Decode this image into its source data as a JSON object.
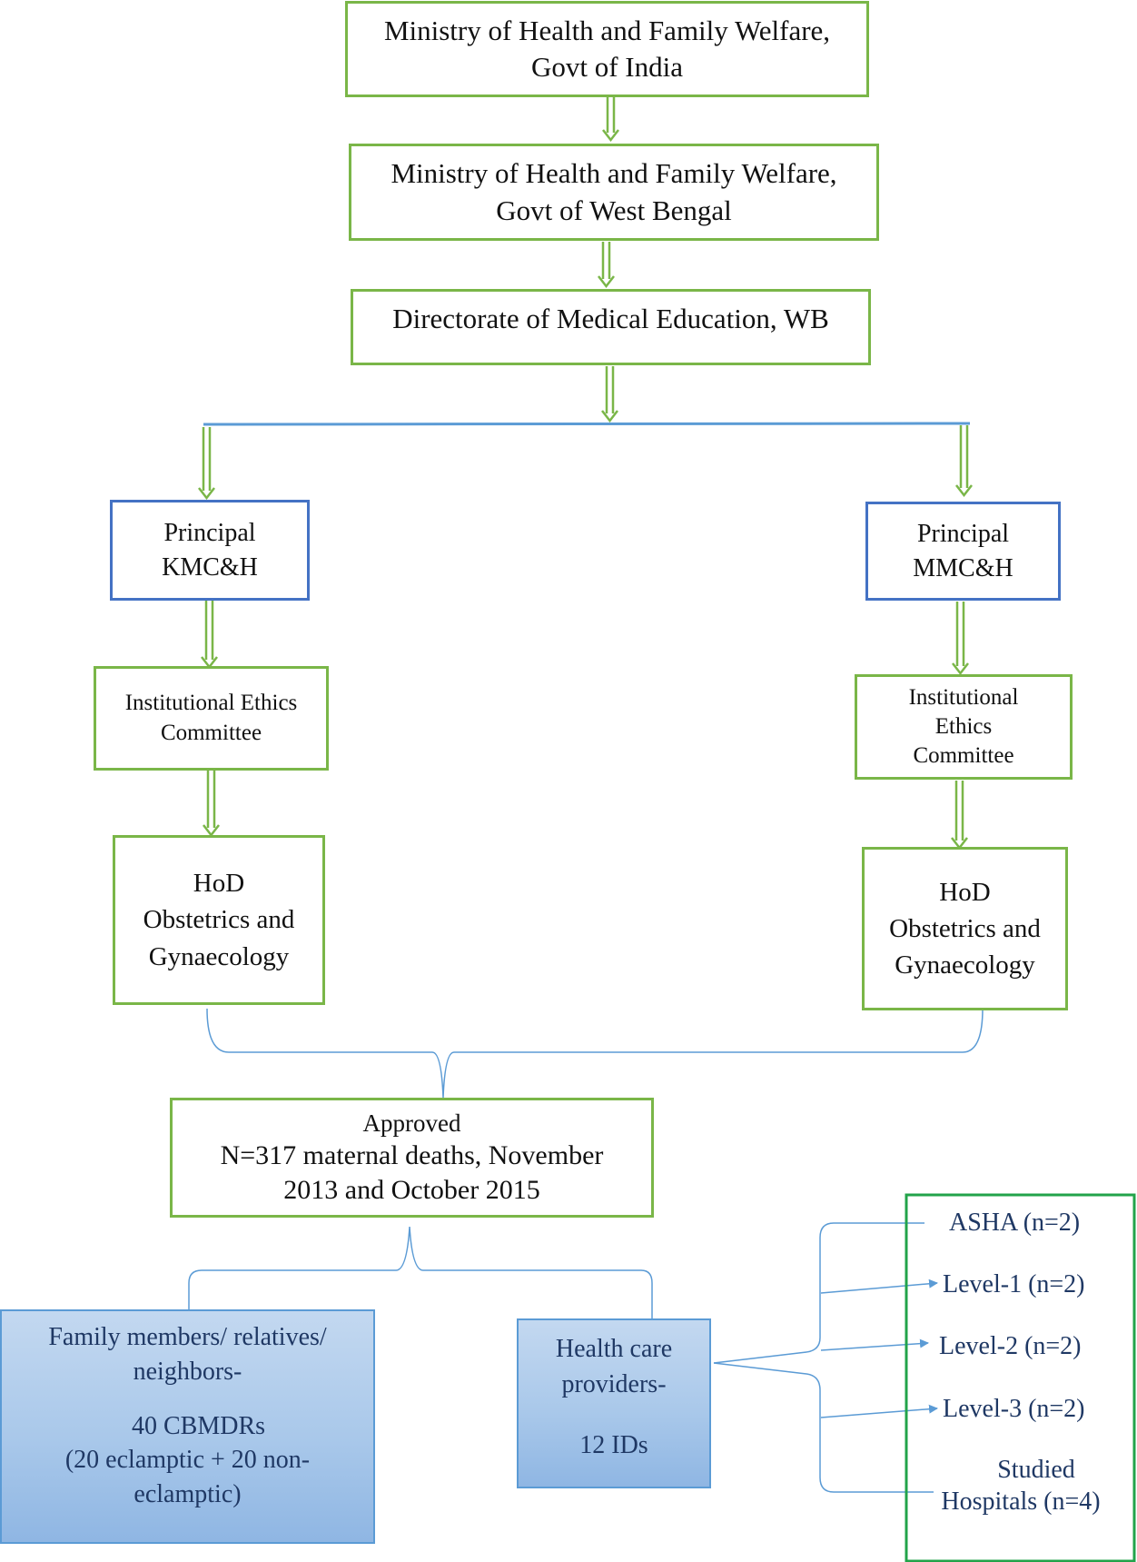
{
  "nodes": {
    "moh_india": [
      "Ministry of Health and Family Welfare,",
      "Govt of India"
    ],
    "moh_wb": [
      "Ministry of Health and Family Welfare,",
      "Govt of West Bengal"
    ],
    "dme": "Directorate of Medical Education, WB",
    "principal_kmc": [
      "Principal",
      "KMC&H"
    ],
    "principal_mmc": [
      "Principal",
      "MMC&H"
    ],
    "iec_kmc": [
      "Institutional Ethics",
      "Committee"
    ],
    "iec_mmc": [
      "Institutional",
      "Ethics",
      "Committee"
    ],
    "hod_kmc": [
      "HoD",
      "Obstetrics and",
      "Gynaecology"
    ],
    "hod_mmc": [
      "HoD",
      "Obstetrics and",
      "Gynaecology"
    ],
    "approved": [
      "Approved",
      "N=317 maternal deaths, November",
      "2013 and October 2015"
    ],
    "family": [
      "Family members/ relatives/",
      "neighbors-",
      "40 CBMDRs",
      "(20 eclamptic + 20 non-",
      "eclamptic)"
    ],
    "hcp": [
      "Health care",
      "providers-",
      "12 IDs"
    ]
  },
  "levels": {
    "asha": "ASHA (n=2)",
    "level1": "Level-1 (n=2)",
    "level2": "Level-2 (n=2)",
    "level3": "Level-3 (n=2)",
    "hospitals": [
      "Studied",
      "Hospitals (n=4)"
    ]
  },
  "colors": {
    "green_border": "#7ab648",
    "blue_border": "#4472c4",
    "connector_blue": "#5b9bd5",
    "box_fill_blue": "#a9c8ea",
    "text_navy": "#1f3864",
    "panel_green": "#22a34a"
  }
}
